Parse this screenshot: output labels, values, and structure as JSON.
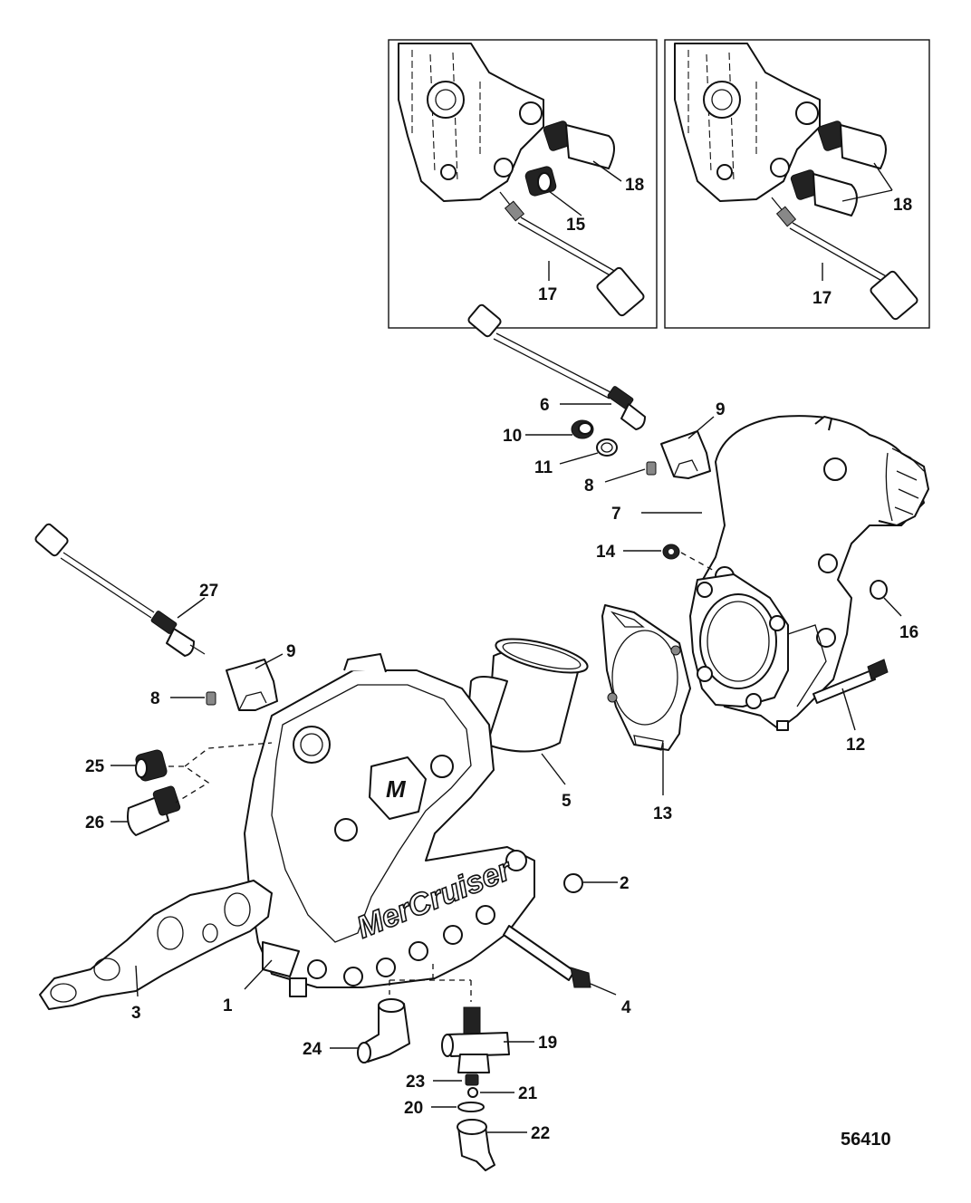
{
  "figure_number": "56410",
  "brand_logo_text": "MerCruiser",
  "callouts": {
    "c1": "1",
    "c2": "2",
    "c3": "3",
    "c4": "4",
    "c5": "5",
    "c6": "6",
    "c7": "7",
    "c8a": "8",
    "c8b": "8",
    "c9a": "9",
    "c9b": "9",
    "c10": "10",
    "c11": "11",
    "c12": "12",
    "c13": "13",
    "c14": "14",
    "c15": "15",
    "c16": "16",
    "c17a": "17",
    "c17b": "17",
    "c18a": "18",
    "c18b": "18",
    "c19": "19",
    "c20": "20",
    "c21": "21",
    "c22": "22",
    "c23": "23",
    "c24": "24",
    "c25": "25",
    "c26": "26",
    "c27": "27"
  }
}
